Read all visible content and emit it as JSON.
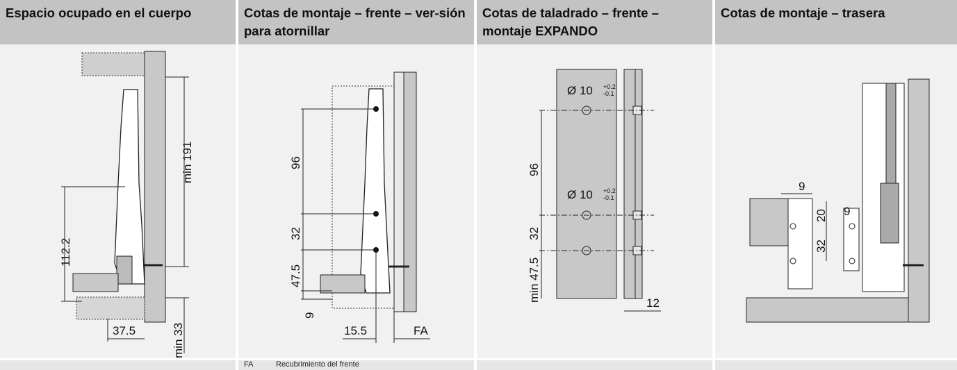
{
  "panels": [
    {
      "title": "Espacio ocupado en el cuerpo",
      "dims": [
        "min 191",
        "112.2",
        "37.5",
        "min 33"
      ]
    },
    {
      "title": "Cotas de montaje – frente – ver-sión para atornillar",
      "dims": [
        "96",
        "32",
        "47.5",
        "9",
        "15.5",
        "FA"
      ]
    },
    {
      "title": "Cotas de taladrado – frente – montaje EXPANDO",
      "dims": [
        "Ø 10",
        "+0.2",
        "-0.1",
        "Ø 10",
        "+0.2",
        "-0.1",
        "96",
        "min 47.5",
        "32",
        "12"
      ]
    },
    {
      "title": "Cotas de montaje – trasera",
      "dims": [
        "9",
        "20",
        "9",
        "32"
      ]
    }
  ],
  "footnote": {
    "code": "FA",
    "text": "Recubrimiento del frente"
  },
  "colors": {
    "header_bg": "#c3c3c3",
    "body_bg": "#f1f1f1",
    "part_fill": "#c8c8c8"
  }
}
